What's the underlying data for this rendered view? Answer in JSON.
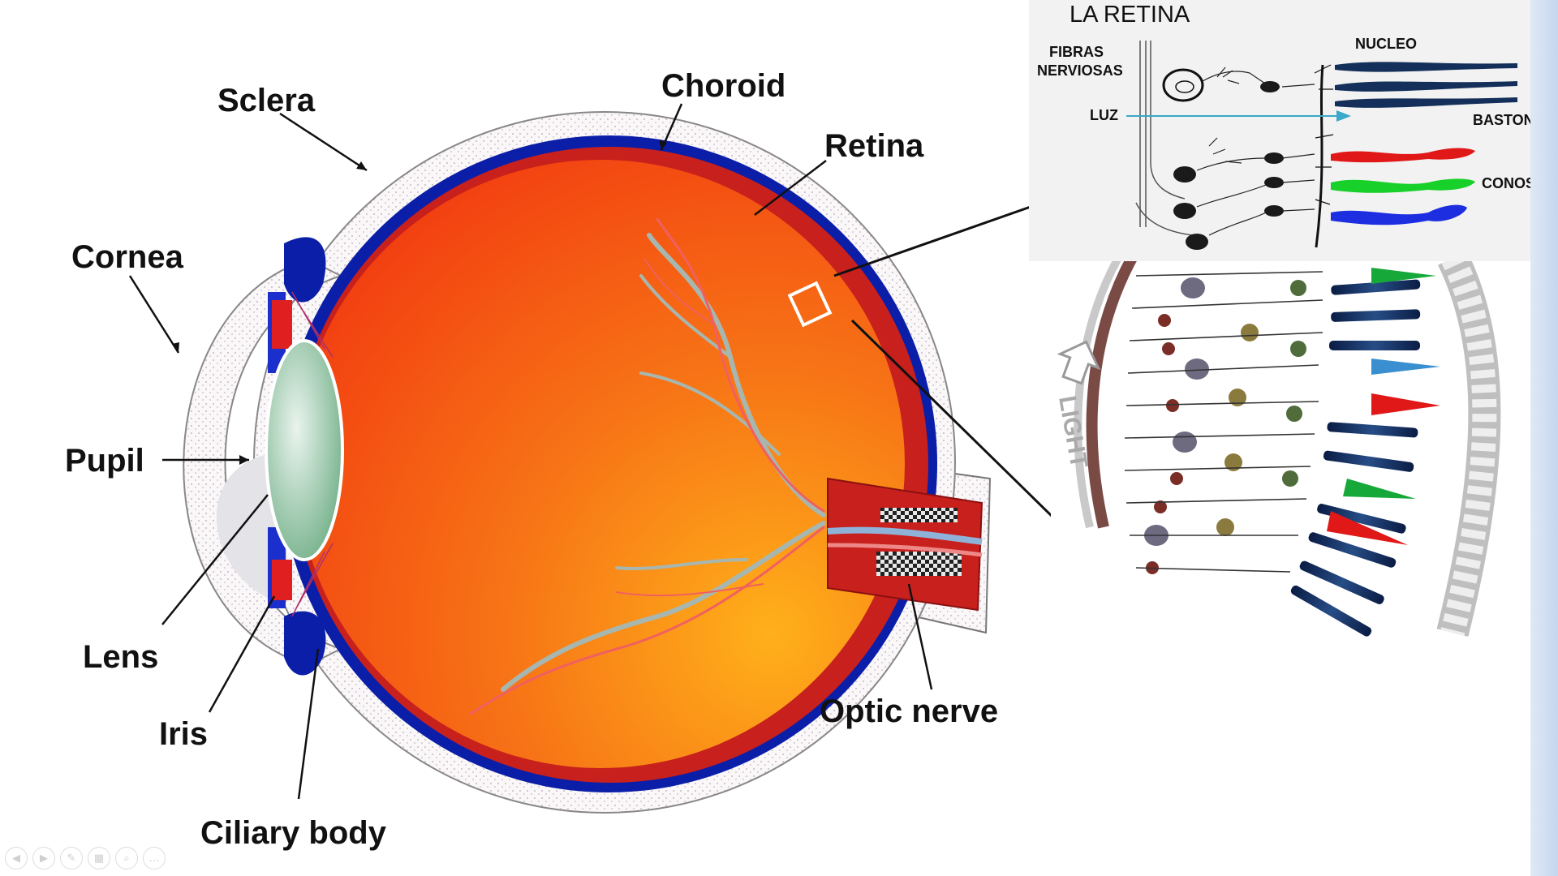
{
  "eye_labels": {
    "sclera": "Sclera",
    "choroid": "Choroid",
    "retina": "Retina",
    "cornea": "Cornea",
    "pupil": "Pupil",
    "lens": "Lens",
    "iris": "Iris",
    "ciliary_body": "Ciliary body",
    "optic_nerve": "Optic nerve"
  },
  "inset": {
    "title": "LA RETINA",
    "fibras": "FIBRAS",
    "nerviosas": "NERVIOSAS",
    "nucleo": "NUCLEO",
    "luz": "LUZ",
    "bastones": "BASTONES",
    "conos": "CONOS"
  },
  "magnified_view": {
    "light_label": "LIGHT"
  },
  "slide_controls": [
    {
      "name": "previous-icon",
      "glyph": "◀"
    },
    {
      "name": "next-icon",
      "glyph": "▶"
    },
    {
      "name": "pen-icon",
      "glyph": "✎"
    },
    {
      "name": "slides-grid-icon",
      "glyph": "▦"
    },
    {
      "name": "zoom-icon",
      "glyph": "⌕"
    },
    {
      "name": "more-icon",
      "glyph": "…"
    }
  ],
  "colors": {
    "eye_interior": "#f35a10",
    "choroid": "#0b1ea8",
    "retina": "#c8201c",
    "lens": "#8fc2a0",
    "rods": "#14305a",
    "cone_red": "#e01818",
    "cone_green": "#17a83a",
    "cone_blue": "#1c2ee0"
  }
}
